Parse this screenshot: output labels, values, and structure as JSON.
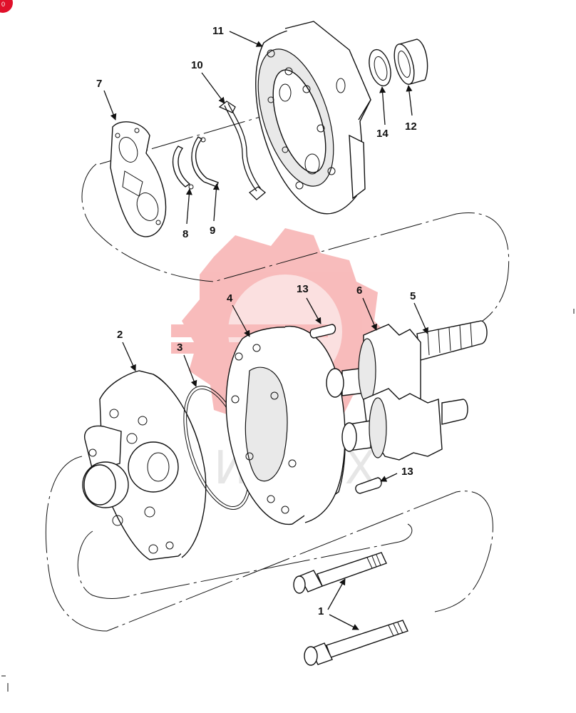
{
  "badge": {
    "text": "0",
    "color": "#e0102a"
  },
  "watermark": {
    "text": "ИНТЕХ",
    "color": "#f27a7a"
  },
  "callouts": [
    {
      "id": "c1",
      "label": "1"
    },
    {
      "id": "c2",
      "label": "2"
    },
    {
      "id": "c3",
      "label": "3"
    },
    {
      "id": "c4",
      "label": "4"
    },
    {
      "id": "c5",
      "label": "5"
    },
    {
      "id": "c6",
      "label": "6"
    },
    {
      "id": "c7",
      "label": "7"
    },
    {
      "id": "c8",
      "label": "8"
    },
    {
      "id": "c9",
      "label": "9"
    },
    {
      "id": "c10",
      "label": "10"
    },
    {
      "id": "c11",
      "label": "11"
    },
    {
      "id": "c12",
      "label": "12"
    },
    {
      "id": "c13a",
      "label": "13"
    },
    {
      "id": "c13b",
      "label": "13"
    },
    {
      "id": "c14",
      "label": "14"
    }
  ]
}
